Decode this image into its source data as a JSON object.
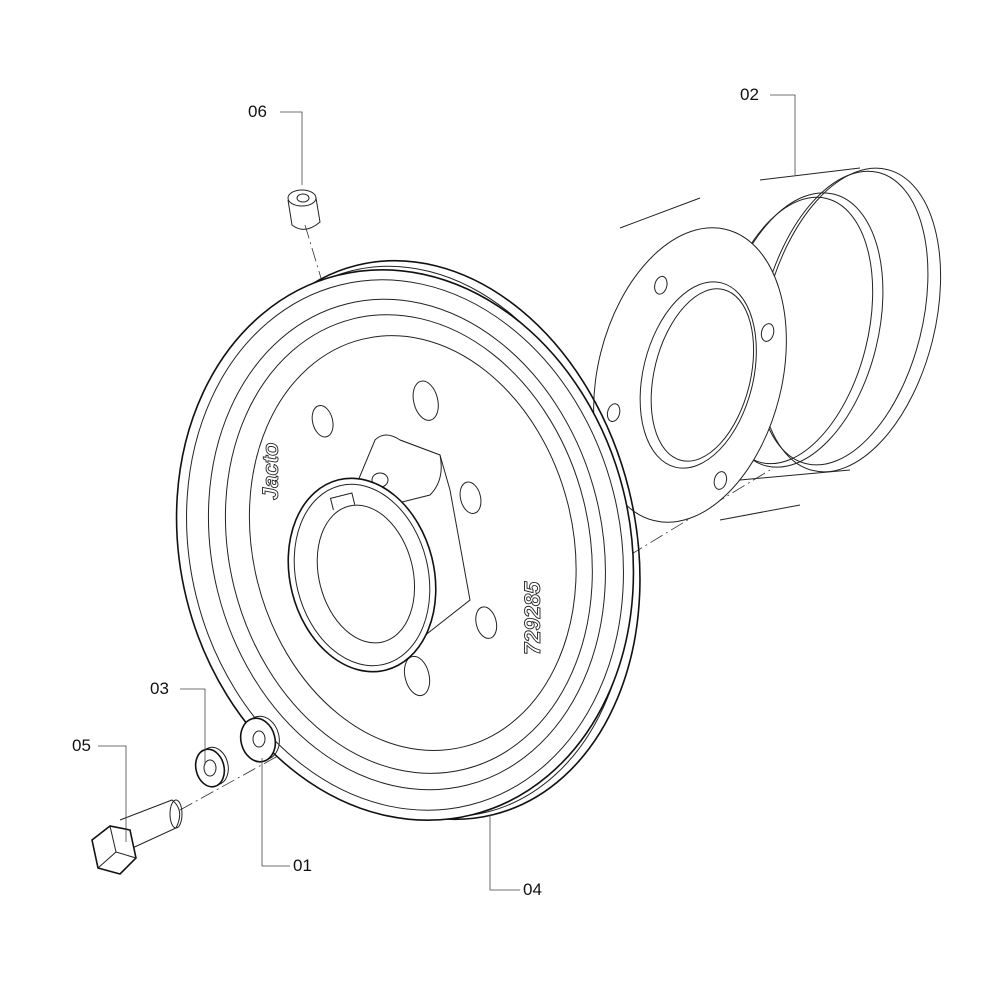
{
  "diagram": {
    "type": "exploded-parts-view",
    "callouts": [
      {
        "id": "01",
        "label": "01"
      },
      {
        "id": "02",
        "label": "02"
      },
      {
        "id": "03",
        "label": "03"
      },
      {
        "id": "04",
        "label": "04"
      },
      {
        "id": "05",
        "label": "05"
      },
      {
        "id": "06",
        "label": "06"
      }
    ],
    "engraving": {
      "logo": "Jacto",
      "part_number": "729285"
    }
  }
}
